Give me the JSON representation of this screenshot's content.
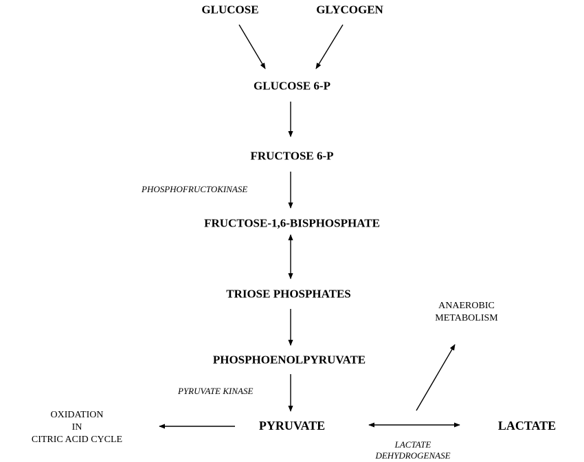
{
  "nodes": {
    "glucose": "GLUCOSE",
    "glycogen": "GLYCOGEN",
    "glucose_6p": "GLUCOSE 6-P",
    "fructose_6p": "FRUCTOSE 6-P",
    "fructose_bisphosphate": "FRUCTOSE-1,6-BISPHOSPHATE",
    "triose_phosphates": "TRIOSE PHOSPHATES",
    "phosphoenolpyruvate": "PHOSPHOENOLPYRUVATE",
    "pyruvate": "PYRUVATE",
    "lactate": "LACTATE"
  },
  "enzymes": {
    "phosphofructokinase": "PHOSPHOFRUCTOKINASE",
    "pyruvate_kinase": "PYRUVATE KINASE",
    "lactate_dehydrogenase": [
      "LACTATE",
      "DEHYDROGENASE"
    ]
  },
  "notes": {
    "anaerobic": [
      "ANAEROBIC",
      "METABOLISM"
    ],
    "oxidation": [
      "OXIDATION",
      "IN",
      "CITRIC ACID CYCLE"
    ]
  },
  "colors": {
    "ink": "#000000",
    "background": "#ffffff"
  }
}
